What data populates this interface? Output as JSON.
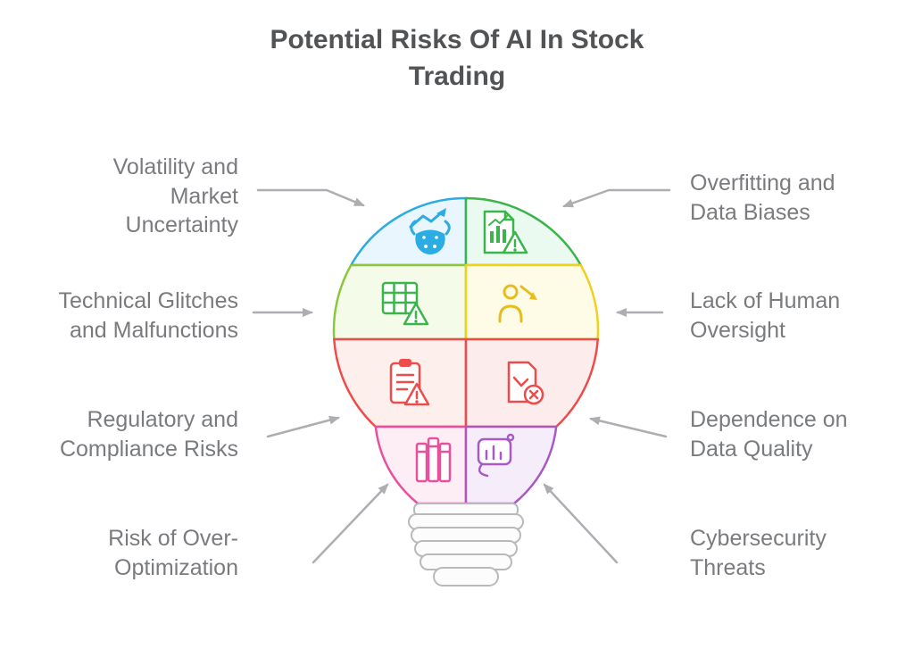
{
  "title": "Potential Risks Of AI In Stock Trading",
  "risks": [
    {
      "label": "Volatility and Market Uncertainty",
      "side": "left",
      "icon": "bull-trend-icon",
      "color": "#2bace2",
      "fill": "#e9f6fd"
    },
    {
      "label": "Overfitting and Data Biases",
      "side": "right",
      "icon": "report-warning-icon",
      "color": "#3bb54b",
      "fill": "#eafaf1"
    },
    {
      "label": "Technical Glitches and Malfunctions",
      "side": "left",
      "icon": "table-warning-icon",
      "color": "#8cc63f",
      "fill": "#f5fbe9"
    },
    {
      "label": "Lack of Human Oversight",
      "side": "right",
      "icon": "person-decline-icon",
      "color": "#e8bc1d",
      "fill": "#fefce6"
    },
    {
      "label": "Regulatory and Compliance Risks",
      "side": "left",
      "icon": "clipboard-warning-icon",
      "color": "#ed4c4c",
      "fill": "#fdefec"
    },
    {
      "label": "Dependence on Data Quality",
      "side": "right",
      "icon": "document-error-icon",
      "color": "#ed4c4c",
      "fill": "#fdecec"
    },
    {
      "label": "Risk of Over-Optimization",
      "side": "left",
      "icon": "books-icon",
      "color": "#e8509e",
      "fill": "#fdedf4"
    },
    {
      "label": "Cybersecurity Threats",
      "side": "right",
      "icon": "chart-bubble-icon",
      "color": "#a958c8",
      "fill": "#f6edfa"
    }
  ],
  "bulb": {
    "base_color": "#b7b9bb",
    "arrow_color": "#acaeb1"
  }
}
